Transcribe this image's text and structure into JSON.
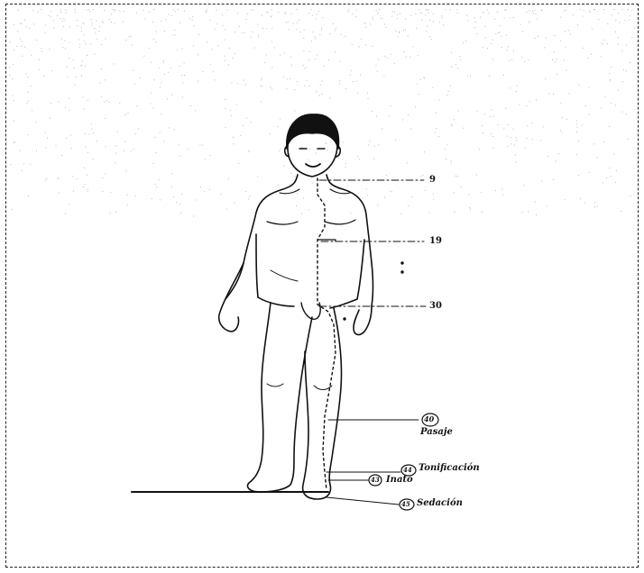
{
  "labels": {
    "p9": "9",
    "p19": "19",
    "p30": "30",
    "p40_num": "40",
    "p40_text": "Pasaje",
    "p44_num": "44",
    "p44_text": "Tonificación",
    "p43_num": "43",
    "p43_text": "Inato",
    "p45_num": "45",
    "p45_text": "Sedación"
  },
  "colors": {
    "ink": "#111111",
    "paper": "#ffffff"
  }
}
